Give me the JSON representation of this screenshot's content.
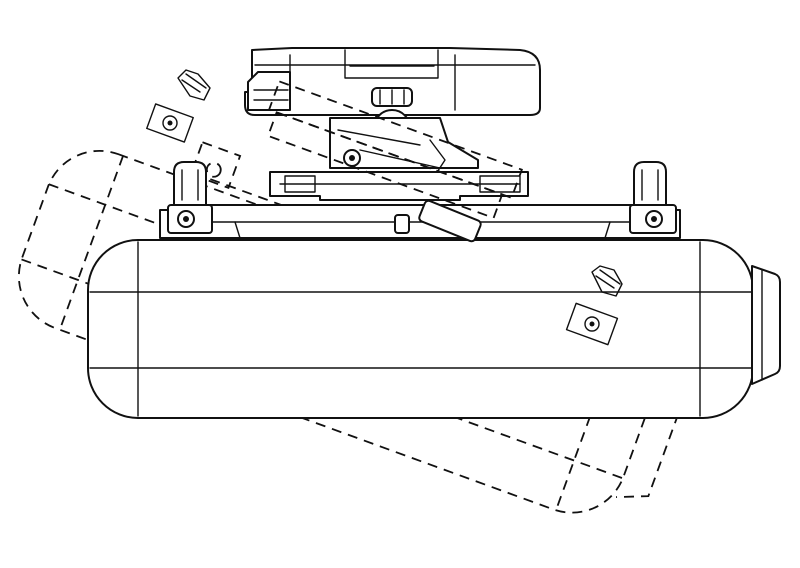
{
  "figure": {
    "kind": "line-drawing",
    "subject": "projector-ceiling-mount",
    "colors": {
      "ink": "#111111",
      "background": "#ffffff"
    },
    "views": [
      {
        "id": "level-position",
        "style": "solid"
      },
      {
        "id": "tilted-position",
        "style": "dashed"
      }
    ]
  }
}
